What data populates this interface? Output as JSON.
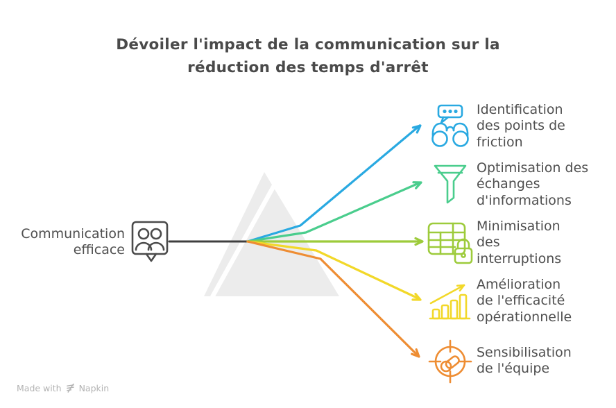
{
  "title": {
    "line1": "Dévoiler l'impact de la communication sur la",
    "line2": "réduction des temps d'arrêt"
  },
  "source": {
    "label": "Communication efficace",
    "line1": "Communication",
    "line2": "efficace",
    "icon": "people-speech-bubble-icon"
  },
  "items": [
    {
      "label": "Identification des points de friction",
      "lines": [
        "Identification",
        "des points de",
        "friction"
      ],
      "icon": "binoculars-speech-bubble-icon",
      "color_key": "blue"
    },
    {
      "label": "Optimisation des échanges d'informations",
      "lines": [
        "Optimisation des",
        "échanges",
        "d'informations"
      ],
      "icon": "funnel-icon",
      "color_key": "green"
    },
    {
      "label": "Minimisation des interruptions",
      "lines": [
        "Minimisation",
        "des",
        "interruptions"
      ],
      "icon": "table-lock-icon",
      "color_key": "lime"
    },
    {
      "label": "Amélioration de l'efficacité opérationnelle",
      "lines": [
        "Amélioration",
        "de l'efficacité",
        "opérationnelle"
      ],
      "icon": "bar-chart-growth-icon",
      "color_key": "yellow"
    },
    {
      "label": "Sensibilisation de l'équipe",
      "lines": [
        "Sensibilisation",
        "de l'équipe"
      ],
      "icon": "target-key-icon",
      "color_key": "orange"
    }
  ],
  "footer": {
    "made_with": "Made with",
    "brand": "Napkin"
  },
  "colors": {
    "ink": "#4A4A4A",
    "text_gray": "#4F4F4F",
    "connector_dark": "#3F3F3F",
    "blue": "#29A9E1",
    "green": "#4ACD8D",
    "lime": "#9DCB3B",
    "yellow": "#F2D829",
    "orange": "#EE8D33",
    "prism_gray": "#ECECEC",
    "slit_white": "#FFFFFF",
    "footer_gray": "#B3B3B3"
  }
}
